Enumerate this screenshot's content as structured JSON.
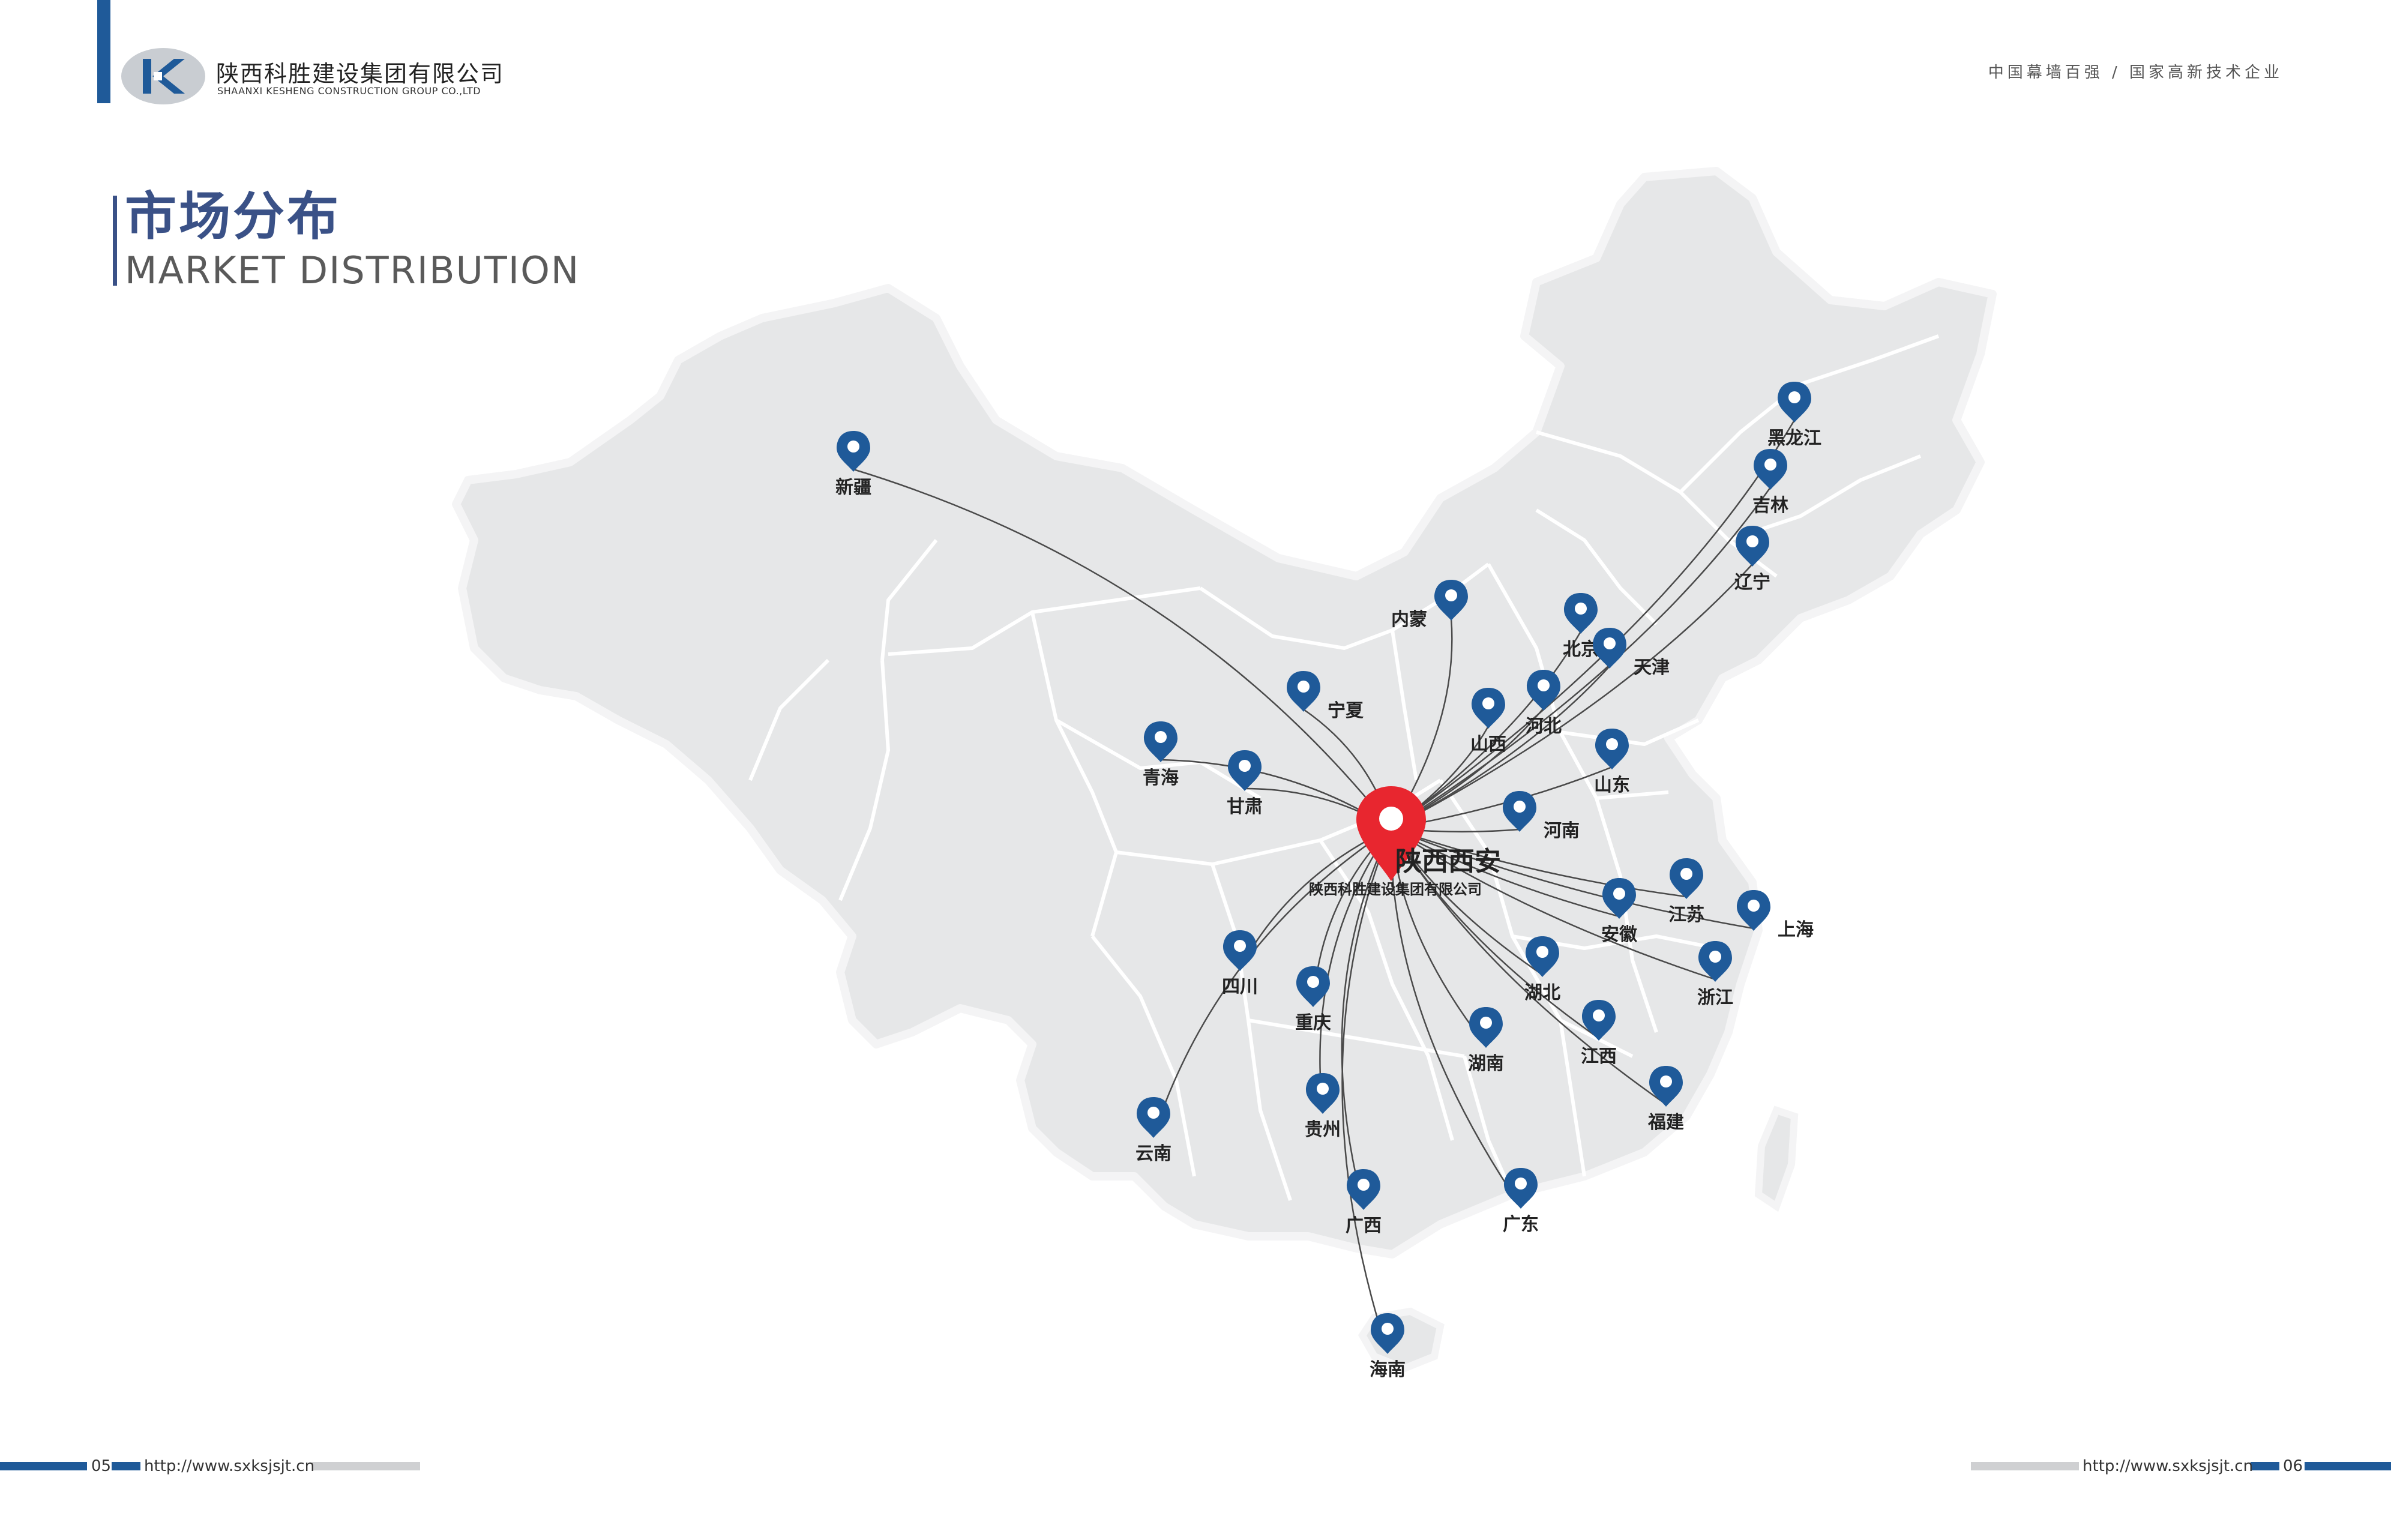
{
  "header": {
    "company_name_cn": "陕西科胜建设集团有限公司",
    "company_name_en": "SHAANXI KESHENG CONSTRUCTION GROUP CO.,LTD",
    "tagline": "中国幕墙百强 / 国家高新技术企业"
  },
  "section": {
    "title_cn": "市场分布",
    "title_en": "MARKET DISTRIBUTION"
  },
  "hub": {
    "name": "陕西西安",
    "company": "陕西科胜建设集团有限公司"
  },
  "provinces": [
    "新疆",
    "黑龙江",
    "吉林",
    "辽宁",
    "内蒙",
    "北京",
    "天津",
    "河北",
    "山西",
    "宁夏",
    "青海",
    "甘肃",
    "山东",
    "河南",
    "江苏",
    "上海",
    "安徽",
    "浙江",
    "湖北",
    "江西",
    "湖南",
    "福建",
    "四川",
    "重庆",
    "贵州",
    "云南",
    "广西",
    "广东",
    "海南"
  ],
  "colors": {
    "accent": "#1f5a99",
    "hub_pin": "#e8262f",
    "province_pin": "#1f5a99",
    "map_fill": "#e6e7e8",
    "title": "#3a5187"
  },
  "footer": {
    "left_page": "05",
    "left_url": "http://www.sxksjsjt.cn",
    "right_url": "http://www.sxksjsjt.cn",
    "right_page": "06"
  }
}
